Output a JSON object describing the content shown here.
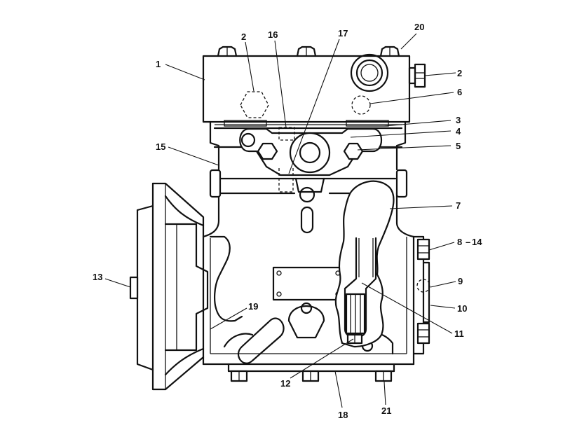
{
  "callouts": {
    "c1": "1",
    "c2a": "2",
    "c2b": "2",
    "c3": "3",
    "c4": "4",
    "c5": "5",
    "c6": "6",
    "c7": "7",
    "c8": "8",
    "c8_sep": "–",
    "c14": "14",
    "c9": "9",
    "c10": "10",
    "c11": "11",
    "c12": "12",
    "c13": "13",
    "c15": "15",
    "c16": "16",
    "c17": "17",
    "c18": "18",
    "c19": "19",
    "c20": "20",
    "c21": "21"
  }
}
